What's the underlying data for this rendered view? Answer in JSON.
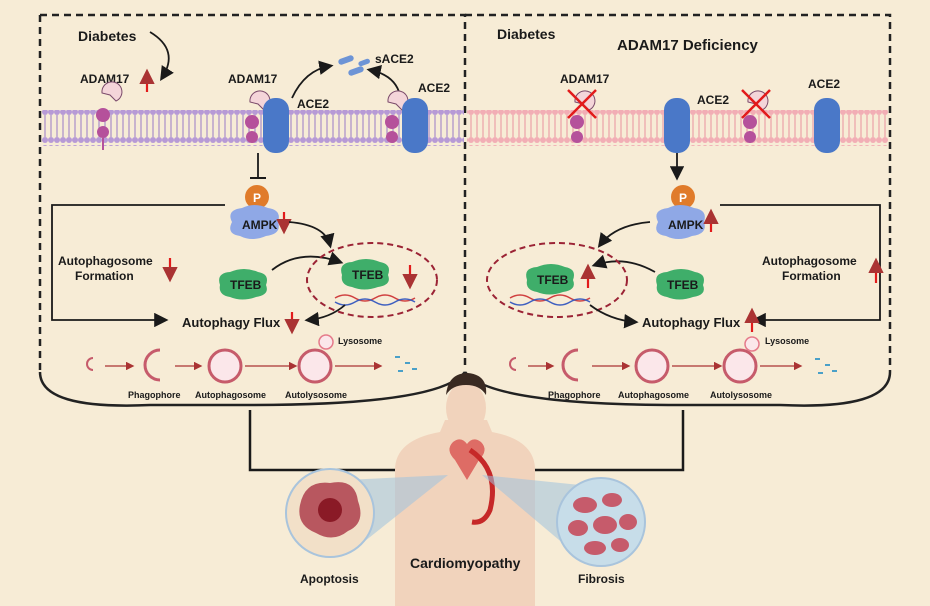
{
  "left_panel": {
    "diabetes": "Diabetes",
    "adam17_up": "ADAM17",
    "adam17": "ADAM17",
    "sace2": "sACE2",
    "ace2_a": "ACE2",
    "ace2_b": "ACE2",
    "p": "P",
    "ampk": "AMPK",
    "tfeb_a": "TFEB",
    "tfeb_b": "TFEB",
    "auto_form_1": "Autophagosome",
    "auto_form_2": "Formation",
    "flux": "Autophagy Flux",
    "lysosome": "Lysosome",
    "phagophore": "Phagophore",
    "autophagosome": "Autophagosome",
    "autolysosome": "Autolysosome"
  },
  "right_panel": {
    "diabetes": "Diabetes",
    "title": "ADAM17 Deficiency",
    "adam17": "ADAM17",
    "ace2_a": "ACE2",
    "ace2_b": "ACE2",
    "p": "P",
    "ampk": "AMPK",
    "tfeb_a": "TFEB",
    "tfeb_b": "TFEB",
    "auto_form_1": "Autophagosome",
    "auto_form_2": "Formation",
    "flux": "Autophagy Flux",
    "lysosome": "Lysosome",
    "phagophore": "Phagophore",
    "autophagosome": "Autophagosome",
    "autolysosome": "Autolysosome"
  },
  "bottom": {
    "cardiomyopathy": "Cardiomyopathy",
    "apoptosis": "Apoptosis",
    "fibrosis": "Fibrosis"
  },
  "colors": {
    "background": "#f7ecd6",
    "membrane_left": "#c9b3e0",
    "membrane_right": "#f6c8cc",
    "ace2": "#4a78c8",
    "adam17": "#b5519b",
    "phospho": "#e07b2a",
    "ampk": "#8fa8e6",
    "tfeb": "#3fae6a",
    "arrow_up_down": "#e21b1b",
    "dashed_border": "#222222"
  }
}
